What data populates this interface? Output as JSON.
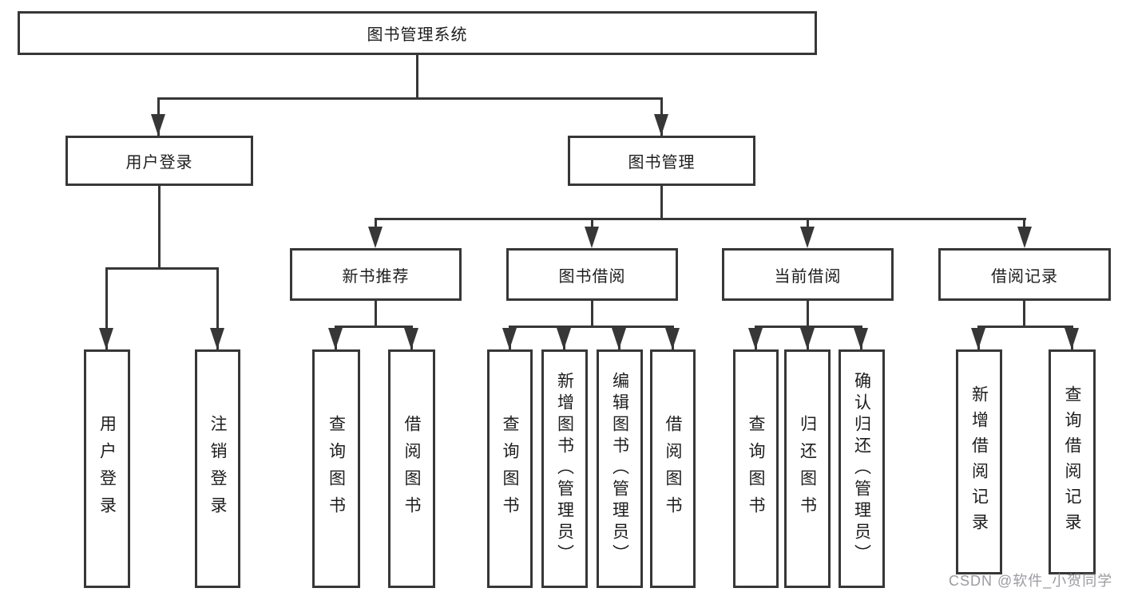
{
  "tree": {
    "label": "图书管理系统",
    "children": [
      {
        "label": "用户登录",
        "children": [
          {
            "label": "用户登录"
          },
          {
            "label": "注销登录"
          }
        ]
      },
      {
        "label": "图书管理",
        "children": [
          {
            "label": "新书推荐",
            "children": [
              {
                "label": "查询图书"
              },
              {
                "label": "借阅图书"
              }
            ]
          },
          {
            "label": "图书借阅",
            "children": [
              {
                "label": "查询图书"
              },
              {
                "label": "新增图书（管理员）"
              },
              {
                "label": "编辑图书（管理员）"
              },
              {
                "label": "借阅图书"
              }
            ]
          },
          {
            "label": "当前借阅",
            "children": [
              {
                "label": "查询图书"
              },
              {
                "label": "归还图书"
              },
              {
                "label": "确认归还（管理员）"
              }
            ]
          },
          {
            "label": "借阅记录",
            "children": [
              {
                "label": "新增借阅记录"
              },
              {
                "label": "查询借阅记录"
              }
            ]
          }
        ]
      }
    ]
  },
  "watermark": {
    "text": "CSDN @软件_小贺同学"
  },
  "colors": {
    "line": "#373737",
    "text": "#1d1d1d",
    "watermark": "#9b9ba1",
    "background": "#ffffff"
  }
}
